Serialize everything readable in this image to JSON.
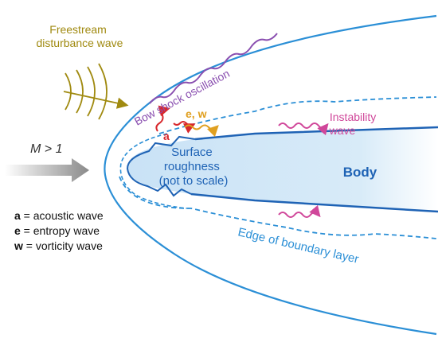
{
  "labels": {
    "freestream_line1": "Freestream",
    "freestream_line2": "disturbance wave",
    "bow_shock": "Bow shock oscillation",
    "instability_line1": "Instability",
    "instability_line2": "wave",
    "e_w": "e, w",
    "a": "a",
    "surface_line1": "Surface",
    "surface_line2": "roughness",
    "surface_line3": "(not to scale)",
    "body": "Body",
    "mach": "M > 1",
    "boundary_layer": "Edge of boundary layer"
  },
  "legend": [
    {
      "key": "a",
      "text": " = acoustic wave"
    },
    {
      "key": "e",
      "text": " = entropy wave"
    },
    {
      "key": "w",
      "text": " = vorticity wave"
    }
  ],
  "colors": {
    "shock": "#2b8fd6",
    "body_fill": "#cfe6f7",
    "body_edge": "#1f63b5",
    "freestream": "#a08a10",
    "purple": "#8a4fb0",
    "magenta": "#d0479a",
    "red": "#d8282d",
    "orange": "#e0a020",
    "arrow_gray": "#8a8a8a"
  }
}
